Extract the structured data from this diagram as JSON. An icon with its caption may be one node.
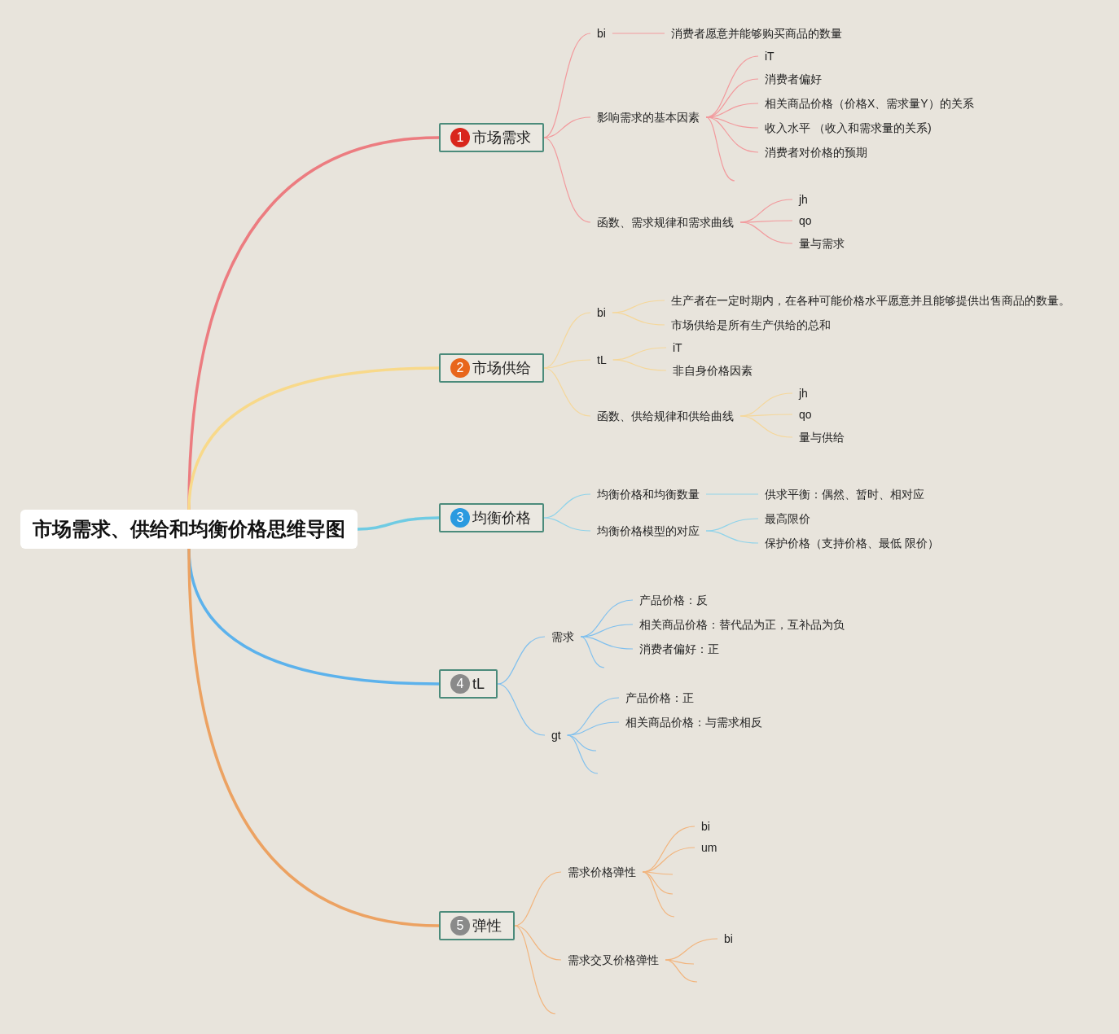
{
  "diagram": {
    "nodes": [
      {
        "text": [
          "市场需求、供给和均衡价格思维导图"
        ]
      },
      {
        "text": [
          "1",
          "市场需求"
        ]
      },
      {
        "text": [
          "bi"
        ]
      },
      {
        "text": [
          "消费者愿意并能够购买商品的数量"
        ]
      },
      {
        "text": [
          "影响需求的基本因素"
        ]
      },
      {
        "text": [
          "iT"
        ]
      },
      {
        "text": [
          "消费者偏好"
        ]
      },
      {
        "text": [
          "相关商品价格（价格X、需求量Y）的关系"
        ]
      },
      {
        "text": [
          "收入水平 （收入和需求量的关系)"
        ]
      },
      {
        "text": [
          "消费者对价格的预期"
        ]
      },
      {
        "text": [
          "函数、需求规律和需求曲线"
        ]
      },
      {
        "text": [
          "jh"
        ]
      },
      {
        "text": [
          "qo"
        ]
      },
      {
        "text": [
          "量与需求"
        ]
      },
      {
        "text": [
          "2",
          "市场供给"
        ]
      },
      {
        "text": [
          "bi"
        ]
      },
      {
        "text": [
          "生产者在一定时期内，在各种可能价格水平愿意并且能够提供出售商品的数量。"
        ]
      },
      {
        "text": [
          "市场供给是所有生产供给的总和"
        ]
      },
      {
        "text": [
          "tL"
        ]
      },
      {
        "text": [
          "iT"
        ]
      },
      {
        "text": [
          "非自身价格因素"
        ]
      },
      {
        "text": [
          "函数、供给规律和供给曲线"
        ]
      },
      {
        "text": [
          "jh"
        ]
      },
      {
        "text": [
          "qo"
        ]
      },
      {
        "text": [
          "量与供给"
        ]
      },
      {
        "text": [
          "3",
          "均衡价格"
        ]
      },
      {
        "text": [
          "均衡价格和均衡数量"
        ]
      },
      {
        "text": [
          "供求平衡：偶然、暂时、相对应"
        ]
      },
      {
        "text": [
          "均衡价格模型的对应"
        ]
      },
      {
        "text": [
          "最高限价"
        ]
      },
      {
        "text": [
          "保护价格（支持价格、最低 限价）"
        ]
      },
      {
        "text": [
          "4",
          "tL"
        ]
      },
      {
        "text": [
          "需求"
        ]
      },
      {
        "text": [
          "产品价格：反"
        ]
      },
      {
        "text": [
          "相关商品价格：替代品为正，互补品为负"
        ]
      },
      {
        "text": [
          "消费者偏好：正"
        ]
      },
      {
        "text": [
          "gt"
        ]
      },
      {
        "text": [
          "产品价格：正"
        ]
      },
      {
        "text": [
          "相关商品价格：与需求相反"
        ]
      },
      {
        "text": [
          "5",
          "弹性"
        ]
      },
      {
        "text": [
          "需求价格弹性"
        ]
      },
      {
        "text": [
          "bi"
        ]
      },
      {
        "text": [
          "um"
        ]
      },
      {
        "text": [
          "需求交叉价格弹性"
        ]
      },
      {
        "text": [
          "bi"
        ]
      }
    ],
    "edges": [
      {
        "from": 0,
        "to": 1,
        "arrow": "none",
        "style": "thick",
        "color": "#ec7c80"
      },
      {
        "from": 0,
        "to": 14,
        "arrow": "none",
        "style": "thick",
        "color": "#f8d98a"
      },
      {
        "from": 0,
        "to": 25,
        "arrow": "none",
        "style": "thick",
        "color": "#6fcbe3"
      },
      {
        "from": 0,
        "to": 31,
        "arrow": "none",
        "style": "thick",
        "color": "#5cb2ec"
      },
      {
        "from": 0,
        "to": 39,
        "arrow": "none",
        "style": "thick",
        "color": "#eca262"
      },
      {
        "from": 1,
        "to": 2,
        "arrow": "none",
        "color": "#f29a9d"
      },
      {
        "from": 2,
        "to": 3,
        "arrow": "none",
        "color": "#f29a9d"
      },
      {
        "from": 1,
        "to": 4,
        "arrow": "none",
        "color": "#f29a9d"
      },
      {
        "from": 4,
        "to": 5,
        "arrow": "none",
        "color": "#f29a9d"
      },
      {
        "from": 4,
        "to": 6,
        "arrow": "none",
        "color": "#f29a9d"
      },
      {
        "from": 4,
        "to": 7,
        "arrow": "none",
        "color": "#f29a9d"
      },
      {
        "from": 4,
        "to": 8,
        "arrow": "none",
        "color": "#f29a9d"
      },
      {
        "from": 4,
        "to": 9,
        "arrow": "none",
        "color": "#f29a9d"
      },
      {
        "from": 4,
        "to": null,
        "arrow": "none",
        "color": "#f29a9d"
      },
      {
        "from": 1,
        "to": 10,
        "arrow": "none",
        "color": "#f29a9d"
      },
      {
        "from": 10,
        "to": 11,
        "arrow": "none",
        "color": "#f29a9d"
      },
      {
        "from": 10,
        "to": 12,
        "arrow": "none",
        "color": "#f29a9d"
      },
      {
        "from": 10,
        "to": 13,
        "arrow": "none",
        "color": "#f29a9d"
      },
      {
        "from": 14,
        "to": 15,
        "arrow": "none",
        "color": "#f5d79a"
      },
      {
        "from": 15,
        "to": 16,
        "arrow": "none",
        "color": "#f5d79a"
      },
      {
        "from": 15,
        "to": 17,
        "arrow": "none",
        "color": "#f5d79a"
      },
      {
        "from": 14,
        "to": 18,
        "arrow": "none",
        "color": "#f5d79a"
      },
      {
        "from": 18,
        "to": 19,
        "arrow": "none",
        "color": "#f5d79a"
      },
      {
        "from": 18,
        "to": 20,
        "arrow": "none",
        "color": "#f5d79a"
      },
      {
        "from": 14,
        "to": 21,
        "arrow": "none",
        "color": "#f5d79a"
      },
      {
        "from": 21,
        "to": 22,
        "arrow": "none",
        "color": "#f5d79a"
      },
      {
        "from": 21,
        "to": 23,
        "arrow": "none",
        "color": "#f5d79a"
      },
      {
        "from": 21,
        "to": 24,
        "arrow": "none",
        "color": "#f5d79a"
      },
      {
        "from": 25,
        "to": 26,
        "arrow": "none",
        "color": "#8fd3ea"
      },
      {
        "from": 26,
        "to": 27,
        "arrow": "none",
        "color": "#8fd3ea"
      },
      {
        "from": 25,
        "to": 28,
        "arrow": "none",
        "color": "#8fd3ea"
      },
      {
        "from": 28,
        "to": 29,
        "arrow": "none",
        "color": "#8fd3ea"
      },
      {
        "from": 28,
        "to": 30,
        "arrow": "none",
        "color": "#8fd3ea"
      },
      {
        "from": 31,
        "to": 32,
        "arrow": "none",
        "color": "#80c0ee"
      },
      {
        "from": 32,
        "to": 33,
        "arrow": "none",
        "color": "#80c0ee"
      },
      {
        "from": 32,
        "to": 34,
        "arrow": "none",
        "color": "#80c0ee"
      },
      {
        "from": 32,
        "to": 35,
        "arrow": "none",
        "color": "#80c0ee"
      },
      {
        "from": 32,
        "to": null,
        "arrow": "none",
        "color": "#80c0ee"
      },
      {
        "from": 31,
        "to": 36,
        "arrow": "none",
        "color": "#80c0ee"
      },
      {
        "from": 36,
        "to": 37,
        "arrow": "none",
        "color": "#80c0ee"
      },
      {
        "from": 36,
        "to": 38,
        "arrow": "none",
        "color": "#80c0ee"
      },
      {
        "from": 36,
        "to": null,
        "arrow": "none",
        "color": "#80c0ee"
      },
      {
        "from": 36,
        "to": null,
        "arrow": "none",
        "color": "#80c0ee"
      },
      {
        "from": 39,
        "to": 40,
        "arrow": "none",
        "color": "#f2b47c"
      },
      {
        "from": 40,
        "to": 41,
        "arrow": "none",
        "color": "#f2b47c"
      },
      {
        "from": 40,
        "to": 42,
        "arrow": "none",
        "color": "#f2b47c"
      },
      {
        "from": 40,
        "to": null,
        "arrow": "none",
        "color": "#f2b47c"
      },
      {
        "from": 40,
        "to": null,
        "arrow": "none",
        "color": "#f2b47c"
      },
      {
        "from": 40,
        "to": null,
        "arrow": "none",
        "color": "#f2b47c"
      },
      {
        "from": 39,
        "to": 43,
        "arrow": "none",
        "color": "#f2b47c"
      },
      {
        "from": 43,
        "to": 44,
        "arrow": "none",
        "color": "#f2b47c"
      },
      {
        "from": 43,
        "to": null,
        "arrow": "none",
        "color": "#f2b47c"
      },
      {
        "from": 43,
        "to": null,
        "arrow": "none",
        "color": "#f2b47c"
      },
      {
        "from": 39,
        "to": null,
        "arrow": "none",
        "color": "#f2b47c"
      }
    ]
  }
}
